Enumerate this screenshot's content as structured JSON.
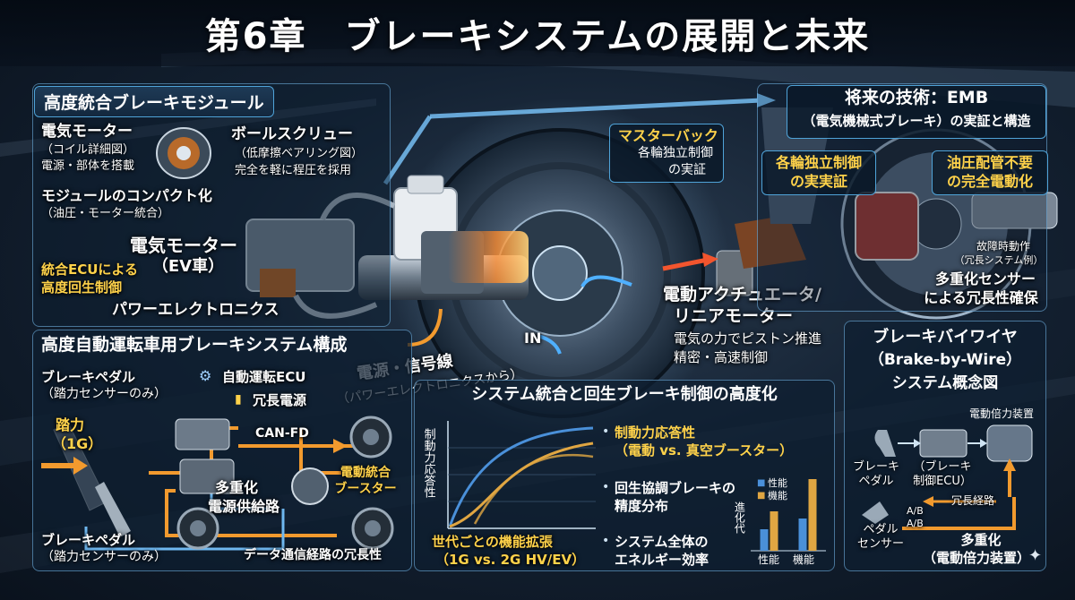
{
  "title": "第6章　ブレーキシステムの展開と未来",
  "module": {
    "title": "高度統合ブレーキモジュール",
    "motor1": {
      "name": "電気モーター",
      "sub1": "（コイル詳細図）",
      "sub2": "電源・部体を搭載"
    },
    "ballscrew": {
      "name": "ボールスクリュー",
      "sub1": "（低摩擦ベアリング図）",
      "sub2": "完全を軽に程圧を採用"
    },
    "compact": {
      "name": "モジュールのコンパクト化",
      "sub": "（油圧・モーター統合）"
    },
    "motor2": {
      "name": "電気モーター",
      "sub": "（EV車）"
    },
    "ecu": {
      "line1": "統合ECUによる",
      "line2": "高度回生制御"
    },
    "power": "パワーエレクトロニクス"
  },
  "center": {
    "master": {
      "name": "マスターバック",
      "sub1": "各輪独立制御",
      "sub2": "の実証"
    },
    "actuator": {
      "line1": "電動アクチュエータ/",
      "line2": "リニアモーター",
      "sub1": "電気の力でピストン推進",
      "sub2": "精密・高速制御"
    },
    "in_label": "IN",
    "signal": {
      "line1": "電源・信号線",
      "line2": "（パワーエレクトロニクスから）"
    }
  },
  "emb": {
    "title": "将来の技術：EMB",
    "subtitle": "（電気機械式ブレーキ）の実証と構造",
    "indep": {
      "line1": "各輪独立制御",
      "line2": "の実実証"
    },
    "nohyd": {
      "line1": "油圧配管不要",
      "line2": "の完全電動化"
    },
    "fault": {
      "line1": "故障時動作",
      "line2": "（冗長システム例）"
    },
    "redund": {
      "line1": "多重化センサー",
      "line2": "による冗長性確保"
    }
  },
  "autodrive": {
    "title": "高度自動運転車用ブレーキシステム構成",
    "pedal_top": {
      "line1": "ブレーキペダル",
      "line2": "（踏力センサーのみ）"
    },
    "auto_ecu": "自動運転ECU",
    "redundant_power": "冗長電源",
    "force": {
      "line1": "踏力",
      "line2": "（1G）"
    },
    "canfd": "CAN-FD",
    "booster": {
      "line1": "電動統合",
      "line2": "ブースター"
    },
    "multi": {
      "line1": "多重化",
      "line2": "電源供給路"
    },
    "pedal_bottom": {
      "line1": "ブレーキペダル",
      "line2": "（踏力センサーのみ）"
    },
    "data_redund": "データ通信経路の冗長性"
  },
  "integration": {
    "title": "システム統合と回生ブレーキ制御の高度化",
    "yaxis": "制動力応答性",
    "gen_caption": {
      "line1": "世代ごとの機能拡張",
      "line2": "（1G vs. 2G HV/EV）"
    },
    "bullets": [
      {
        "line1": "制動力応答性",
        "line2": "（電動 vs. 真空ブースター）"
      },
      {
        "line1": "回生協調ブレーキの",
        "line2": "精度分布"
      },
      {
        "line1": "システム全体の",
        "line2": "エネルギー効率"
      }
    ],
    "legend": [
      "性能",
      "機能"
    ],
    "bar_ylabel": "進化代",
    "bar_xlabels": [
      "性能",
      "機能"
    ]
  },
  "bbw": {
    "title": "ブレーキバイワイヤ",
    "sub1": "（Brake-by-Wire）",
    "sub2": "システム概念図",
    "booster_label": "電動倍力装置",
    "pedal": {
      "line1": "ブレーキ",
      "line2": "ペダル"
    },
    "ecu": {
      "line1": "（ブレーキ",
      "line2": "制御ECU）"
    },
    "redund_path": "冗長経路",
    "ab1": "A/B",
    "ab2": "A/B",
    "pedal_sensor": {
      "line1": "ペダル",
      "line2": "センサー"
    },
    "multi": {
      "line1": "多重化",
      "line2": "（電動倍力装置）"
    }
  },
  "chart_data": {
    "type": "bar",
    "title": "",
    "categories": [
      "性能",
      "機能"
    ],
    "series": [
      {
        "name": "性能",
        "values": [
          0.3,
          0.45
        ]
      },
      {
        "name": "機能",
        "values": [
          0.55,
          1.0
        ]
      }
    ],
    "ylabel": "進化代",
    "ylim": [
      0,
      1
    ],
    "legend": "top-left",
    "colors": [
      "#4a90d9",
      "#e0a642"
    ]
  },
  "colors": {
    "accent": "#4fa3d8",
    "arrow": "#f29a2e",
    "gold": "#e0a642",
    "blue": "#4a90d9"
  }
}
